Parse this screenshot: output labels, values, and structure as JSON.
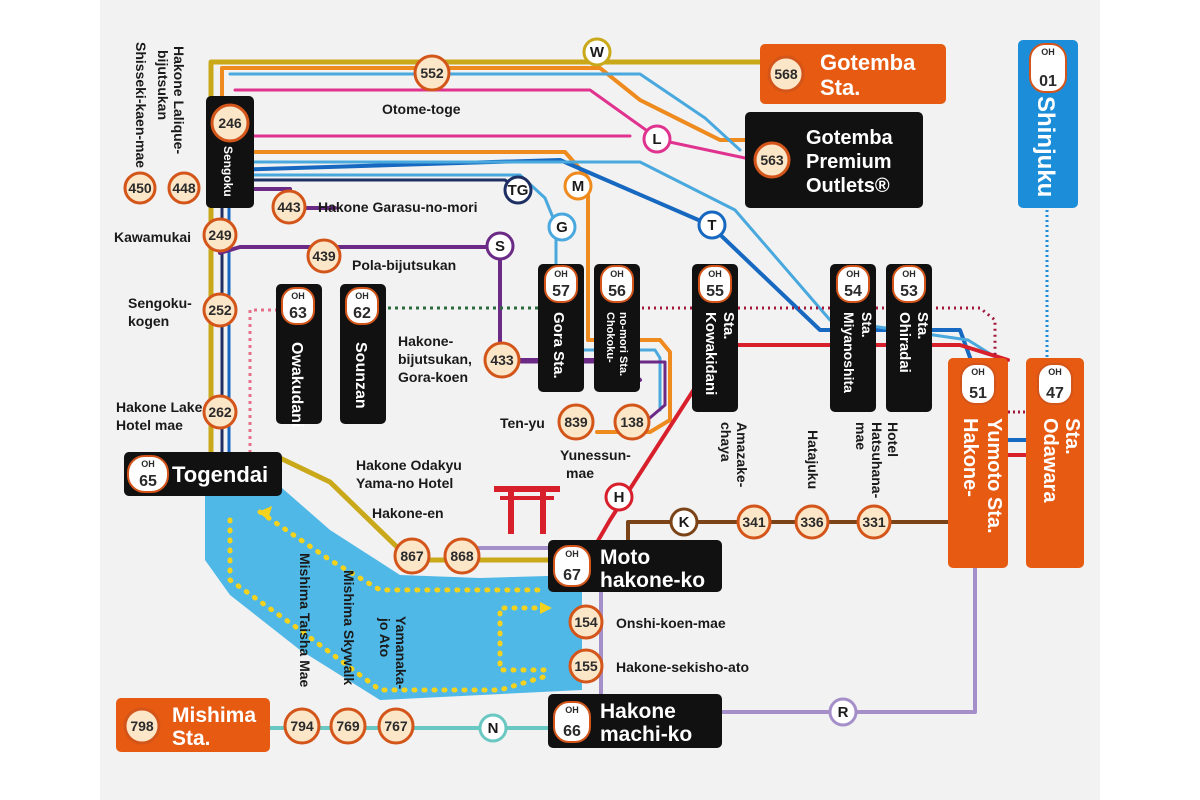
{
  "map": {
    "routes": {
      "W": "W",
      "L": "L",
      "M": "M",
      "TG": "TG",
      "G": "G",
      "T": "T",
      "S": "S",
      "H": "H",
      "K": "K",
      "R": "R",
      "N": "N"
    },
    "codes": {
      "oh": "OH",
      "n65": "65",
      "n01": "01",
      "n57": "57",
      "n56": "56",
      "n55": "55",
      "n54": "54",
      "n53": "53",
      "n51": "51",
      "n47": "47",
      "n63": "63",
      "n62": "62",
      "n67": "67",
      "n66": "66"
    },
    "stops": {
      "s568": "568",
      "s552": "552",
      "s563": "563",
      "s246": "246",
      "s450": "450",
      "s448": "448",
      "s443": "443",
      "s249": "249",
      "s439": "439",
      "s252": "252",
      "s433": "433",
      "s262": "262",
      "s839": "839",
      "s138": "138",
      "s341": "341",
      "s336": "336",
      "s331": "331",
      "s867": "867",
      "s868": "868",
      "s154": "154",
      "s155": "155",
      "s798": "798",
      "s794": "794",
      "s769": "769",
      "s767": "767"
    },
    "labels": {
      "gotemba_1": "Gotemba",
      "gotemba_2": "Sta.",
      "outlets_1": "Gotemba",
      "outlets_2": "Premium",
      "outlets_3": "Outlets®",
      "shinjuku": "Shinjuku",
      "otome": "Otome-toge",
      "lalique_1": "Hakone Lalique-",
      "lalique_2": "bijutsukan",
      "shisseikaen": "Shisseki-kaen-mae",
      "sengoku": "Sengoku",
      "garasu": "Hakone Garasu-no-mori",
      "kawamukai": "Kawamukai",
      "pola": "Pola-bijutsukan",
      "sengokukogen_1": "Sengoku-",
      "sengokukogen_2": "kogen",
      "bijutsukan_1": "Hakone-",
      "bijutsukan_2": "bijutsukan,",
      "bijutsukan_3": "Gora-koen",
      "lakehotel_1": "Hakone Lake",
      "lakehotel_2": "Hotel mae",
      "togendai": "Togendai",
      "owakudani": "Owakudani",
      "sounzan": "Sounzan",
      "gora": "Gora Sta.",
      "chokoku_1": "Chokoku-",
      "chokoku_2": "no-mori Sta.",
      "kowakidani_1": "Kowakidani",
      "kowakidani_2": "Sta.",
      "miyanoshita_1": "Miyanoshita",
      "miyanoshita_2": "Sta.",
      "ohiradai_1": "Ohiradai",
      "ohiradai_2": "Sta.",
      "yumoto_1": "Hakone-",
      "yumoto_2": "Yumoto Sta.",
      "odawara_1": "Odawara",
      "odawara_2": "Sta.",
      "tenyu": "Ten-yu",
      "yunessun_1": "Yunessun-",
      "yunessun_2": "mae",
      "amazake_1": "Amazake-",
      "amazake_2": "chaya",
      "hatajuku": "Hatajuku",
      "hatsuhana_1": "Hotel",
      "hatsuhana_2": "Hatsuhana-",
      "hatsuhana_3": "mae",
      "odakyuhotel_1": "Hakone Odakyu",
      "odakyuhotel_2": "Yama-no Hotel",
      "hakoneen": "Hakone-en",
      "motohakone_1": "Moto",
      "motohakone_2": "hakone-ko",
      "onshi": "Onshi-koen-mae",
      "sekisho": "Hakone-sekisho-ato",
      "machiko_1": "Hakone",
      "machiko_2": "machi-ko",
      "mishima_1": "Mishima",
      "mishima_2": "Sta.",
      "taisha": "Mishima Taisha Mae",
      "skywalk": "Mishima Skywalk",
      "yamanaka_1": "Yamanaka-",
      "yamanaka_2": "jo Ato"
    }
  },
  "colors": {
    "W": "#c9a81a",
    "L": "#e0338f",
    "M": "#ee8a1e",
    "TG": "#1e2f63",
    "G": "#49a8dd",
    "T": "#1668c0",
    "S": "#6a2a86",
    "H": "#d8202d",
    "K": "#7a4318",
    "R": "#a58fc9",
    "N": "#6ac8c3",
    "rope": "#2a6b3d",
    "tozan": "#a3183a",
    "pink": "#e6708a",
    "lake": "#4fb8e6",
    "orange": "#e65a12",
    "blue": "#1c8ed9",
    "black": "#111111",
    "stopfill": "#fce6c8",
    "stoprim": "#d3551a"
  }
}
